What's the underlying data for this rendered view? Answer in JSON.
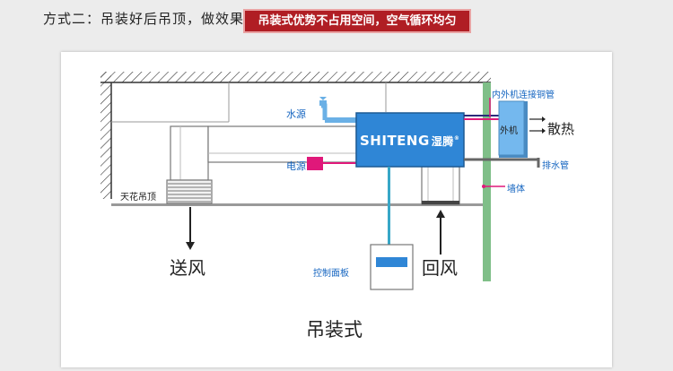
{
  "header": {
    "text": "方式二：吊装好后吊顶，做效果",
    "badge": "吊装式优势不占用空间，空气循环均匀"
  },
  "diagram": {
    "brand": "SHITENG",
    "brand_cn": "湿腾",
    "labels": {
      "water_source": "水源",
      "power_source": "电源",
      "ceiling": "天花吊顶",
      "copper_pipe": "内外机连接铜管",
      "outdoor_unit": "外机",
      "heat_dissipation": "散热",
      "drain_pipe": "排水管",
      "wall": "墙体",
      "control_panel": "控制面板",
      "supply_air": "送风",
      "return_air": "回风",
      "caption": "吊装式"
    },
    "colors": {
      "accent_red": "#b01e24",
      "label_blue": "#1565c0",
      "unit_blue": "#2f86d6",
      "wall_green": "#7fbf88",
      "pipe_pink": "#e0187a"
    }
  }
}
